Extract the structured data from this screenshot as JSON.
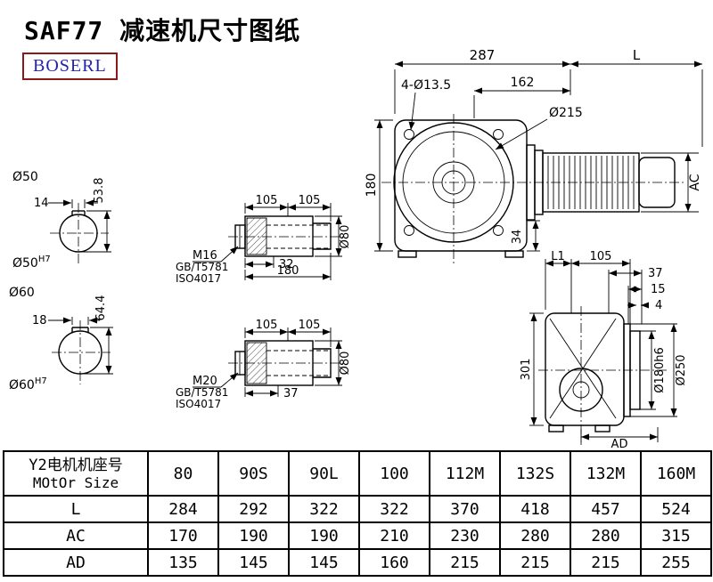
{
  "title": "SAF77 减速机尺寸图纸",
  "logo": "BOSERL",
  "main_view": {
    "dim_width": "287",
    "dim_motor_len": "L",
    "dim_bolt": "4-Ø13.5",
    "dim_162": "162",
    "dim_flange": "Ø215",
    "dim_180": "180",
    "dim_34": "34",
    "dim_ac": "AC"
  },
  "shaft50": {
    "label": "Ø50",
    "key_width": "14",
    "key_height": "53.8",
    "bore": "Ø50",
    "tol": "H7"
  },
  "shaft60": {
    "label": "Ø60",
    "key_width": "18",
    "key_height": "64.4",
    "bore": "Ø60",
    "tol": "H7"
  },
  "detail1": {
    "d105a": "105",
    "d105b": "105",
    "thread": "M16",
    "std1": "GB/T5781",
    "std2": "ISO4017",
    "d32": "32",
    "d180": "180",
    "dia": "Ø80"
  },
  "detail2": {
    "d105a": "105",
    "d105b": "105",
    "thread": "M20",
    "std1": "GB/T5781",
    "std2": "ISO4017",
    "d37": "37",
    "dia": "Ø80"
  },
  "side_view": {
    "dl1": "L1",
    "d105": "105",
    "d37": "37",
    "d15": "15",
    "d4": "4",
    "d301": "301",
    "d180": "Ø180h6",
    "d250": "Ø250",
    "dad": "AD"
  },
  "table": {
    "header_cn": "Y2电机机座号",
    "header_en": "MOtOr Size",
    "sizes": [
      "80",
      "90S",
      "90L",
      "100",
      "112M",
      "132S",
      "132M",
      "160M"
    ],
    "rows": [
      {
        "label": "L",
        "values": [
          "284",
          "292",
          "322",
          "322",
          "370",
          "418",
          "457",
          "524"
        ]
      },
      {
        "label": "AC",
        "values": [
          "170",
          "190",
          "190",
          "210",
          "230",
          "280",
          "280",
          "315"
        ]
      },
      {
        "label": "AD",
        "values": [
          "135",
          "145",
          "145",
          "160",
          "215",
          "215",
          "215",
          "255"
        ]
      }
    ]
  }
}
